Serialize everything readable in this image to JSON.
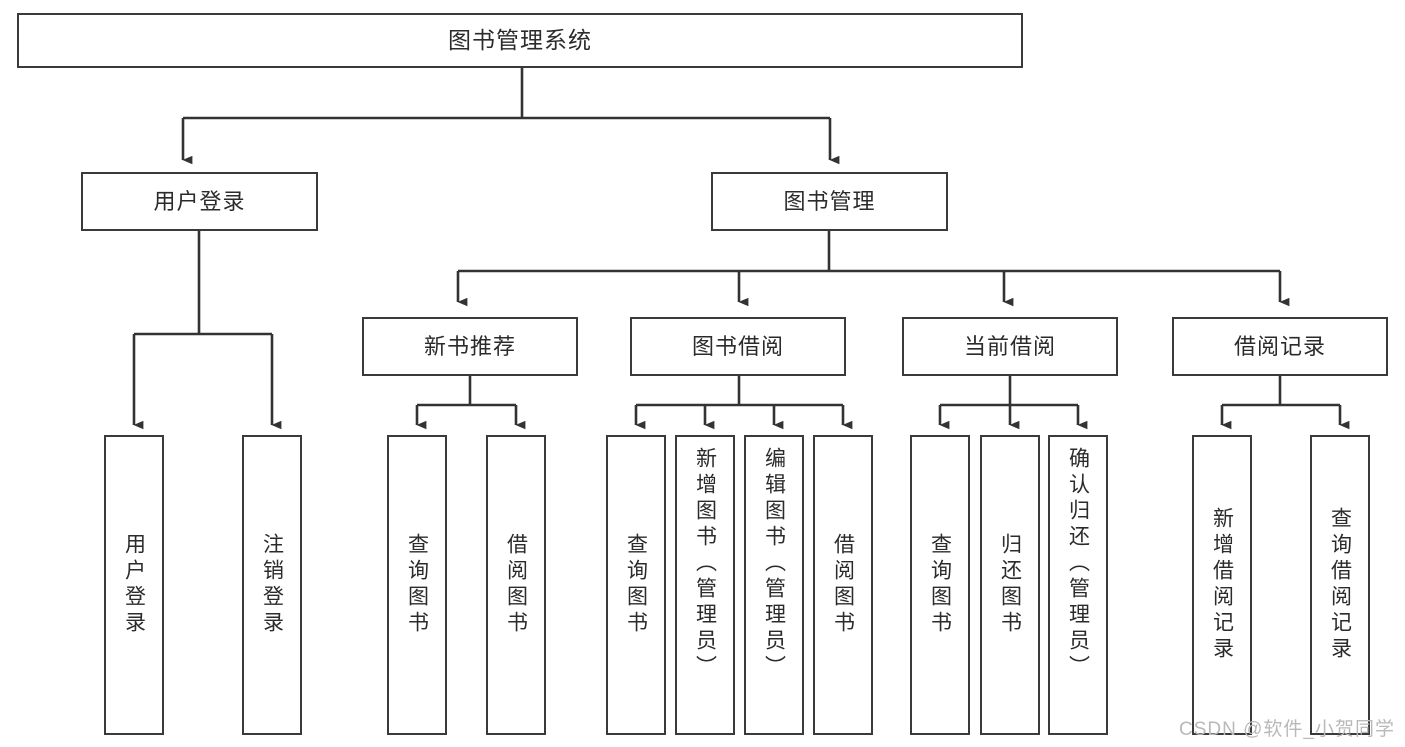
{
  "diagram": {
    "title": "图书管理系统",
    "type": "tree-hierarchy",
    "watermark": "CSDN @软件_小贺同学",
    "colors": {
      "background": "#ffffff",
      "box_border": "#3a3a3a",
      "connector": "#333333",
      "text": "#2b2b2b",
      "watermark": "#b9b9b9"
    }
  },
  "nodes": {
    "root": {
      "label": "图书管理系统"
    },
    "level2": [
      {
        "label": "用户登录"
      },
      {
        "label": "图书管理"
      }
    ],
    "level3": [
      {
        "label": "新书推荐"
      },
      {
        "label": "图书借阅"
      },
      {
        "label": "当前借阅"
      },
      {
        "label": "借阅记录"
      }
    ],
    "leaves": [
      {
        "label": "用户登录",
        "parent": "用户登录"
      },
      {
        "label": "注销登录",
        "parent": "用户登录"
      },
      {
        "label": "查询图书",
        "parent": "新书推荐"
      },
      {
        "label": "借阅图书",
        "parent": "新书推荐"
      },
      {
        "label": "查询图书",
        "parent": "图书借阅"
      },
      {
        "label": "新增图书（管理员）",
        "parent": "图书借阅"
      },
      {
        "label": "编辑图书（管理员）",
        "parent": "图书借阅"
      },
      {
        "label": "借阅图书",
        "parent": "图书借阅"
      },
      {
        "label": "查询图书",
        "parent": "当前借阅"
      },
      {
        "label": "归还图书",
        "parent": "当前借阅"
      },
      {
        "label": "确认归还（管理员）",
        "parent": "当前借阅"
      },
      {
        "label": "新增借阅记录",
        "parent": "借阅记录"
      },
      {
        "label": "查询借阅记录",
        "parent": "借阅记录"
      }
    ]
  }
}
